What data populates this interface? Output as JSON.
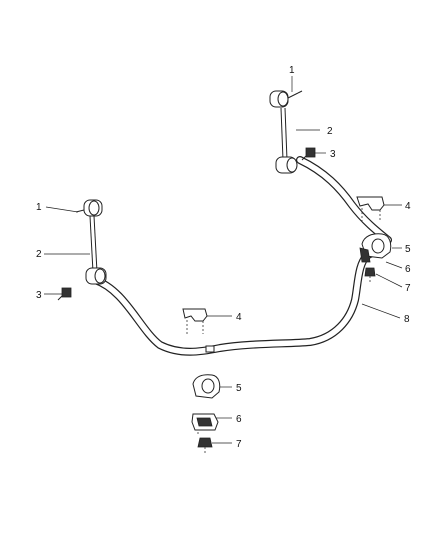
{
  "callouts": {
    "c1_top": "1",
    "c2_top": "2",
    "c3_top": "3",
    "c4_right": "4",
    "c5_right": "5",
    "c6_right": "6",
    "c7_right": "7",
    "c8_bar": "8",
    "c1_left": "1",
    "c2_left": "2",
    "c3_left": "3",
    "c4_mid": "4",
    "c5_low": "5",
    "c6_low": "6",
    "c7_low": "7"
  }
}
